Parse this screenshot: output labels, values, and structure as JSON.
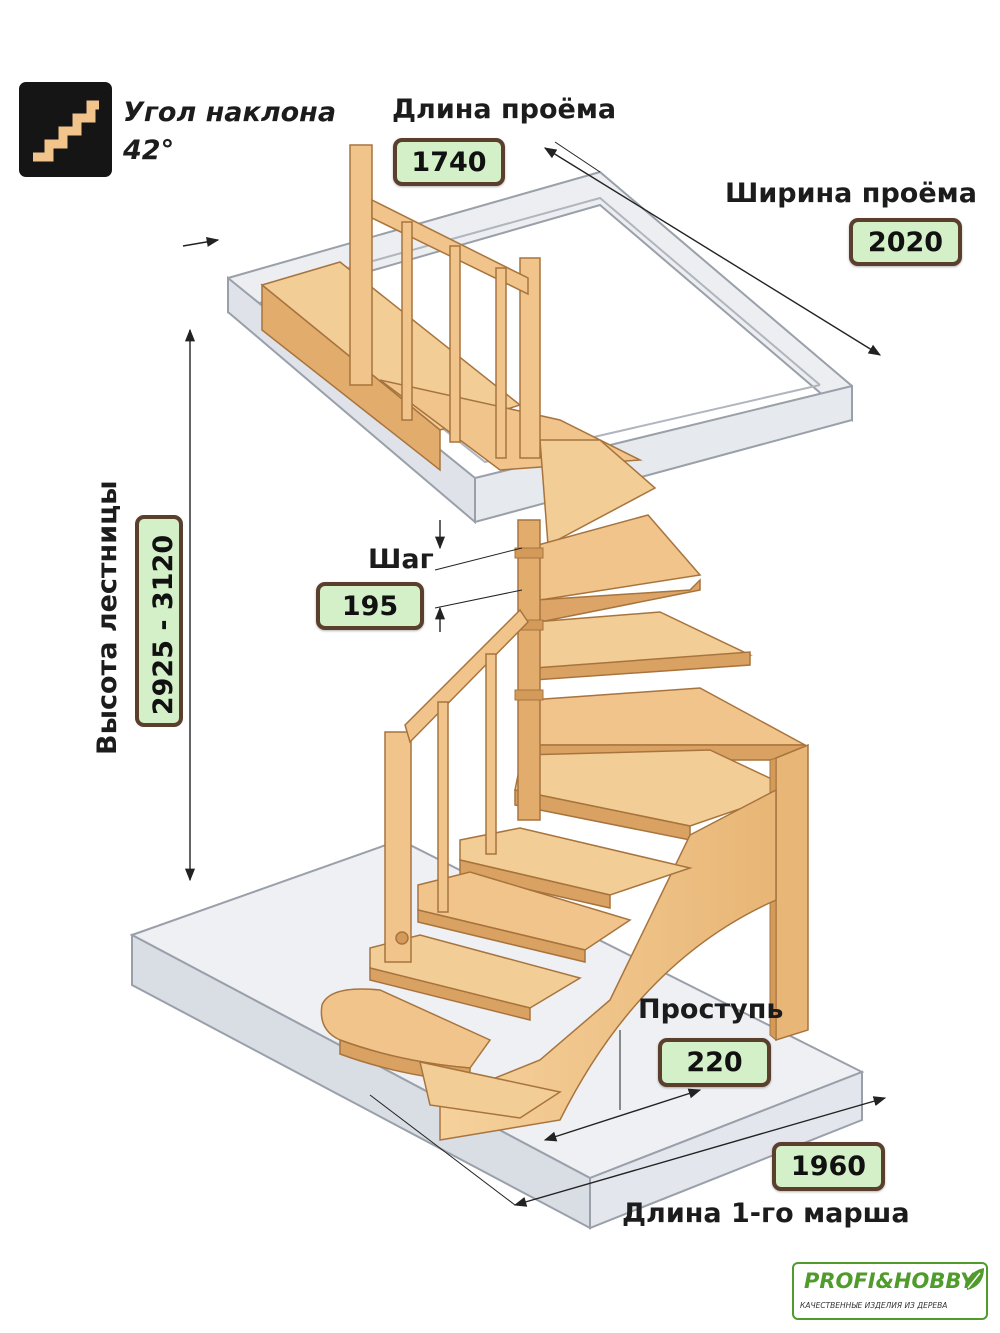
{
  "angle": {
    "label": "Угол наклона",
    "value": "42°"
  },
  "opening_length": {
    "label": "Длина проёма",
    "value": "1740"
  },
  "opening_width": {
    "label": "Ширина проёма",
    "value": "2020"
  },
  "stair_height": {
    "label": "Высота лестницы",
    "value": "2925 - 3120"
  },
  "step": {
    "label": "Шаг",
    "value": "195"
  },
  "tread": {
    "label": "Проступь",
    "value": "220"
  },
  "first_flight_length": {
    "label": "Длина 1-го марша",
    "value": "1960"
  },
  "brand": {
    "name": "PROFI&HOBBY",
    "tagline": "КАЧЕСТВЕННЫЕ ИЗДЕЛИЯ ИЗ ДЕРЕВА"
  },
  "colors": {
    "wood": "#f0c48a",
    "wood_dark": "#d9a262",
    "wood_edge": "#a8743e",
    "glass": "#e7eaf0",
    "glass_edge": "#9aa0aa",
    "value_bg": "#d3f0c8",
    "value_border": "#5b3f2d",
    "brand_green": "#4f9b2c"
  },
  "icons": [
    "stairs-icon",
    "leaf-icon"
  ]
}
